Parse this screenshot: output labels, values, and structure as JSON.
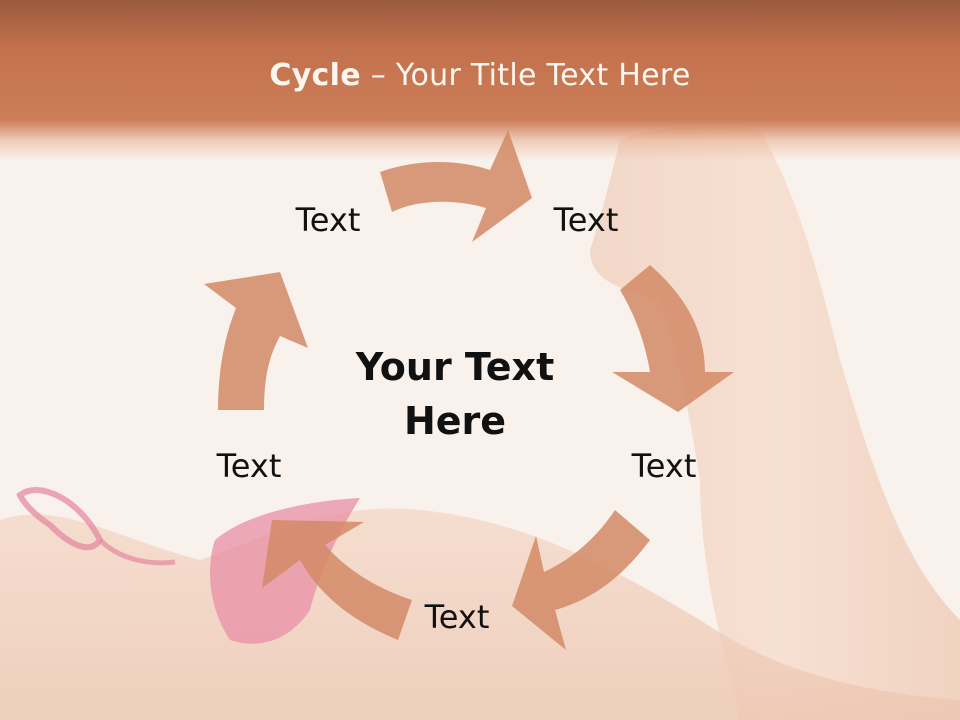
{
  "title": {
    "bold": "Cycle",
    "rest": " – Your Title Text Here"
  },
  "center": {
    "text": "Your Text Here"
  },
  "nodes": [
    {
      "label": "Text"
    },
    {
      "label": "Text"
    },
    {
      "label": "Text"
    },
    {
      "label": "Text"
    },
    {
      "label": "Text"
    }
  ],
  "colors": {
    "header": "#c8774f",
    "arrow": "#d28a66",
    "background": "#f9f1ec"
  }
}
